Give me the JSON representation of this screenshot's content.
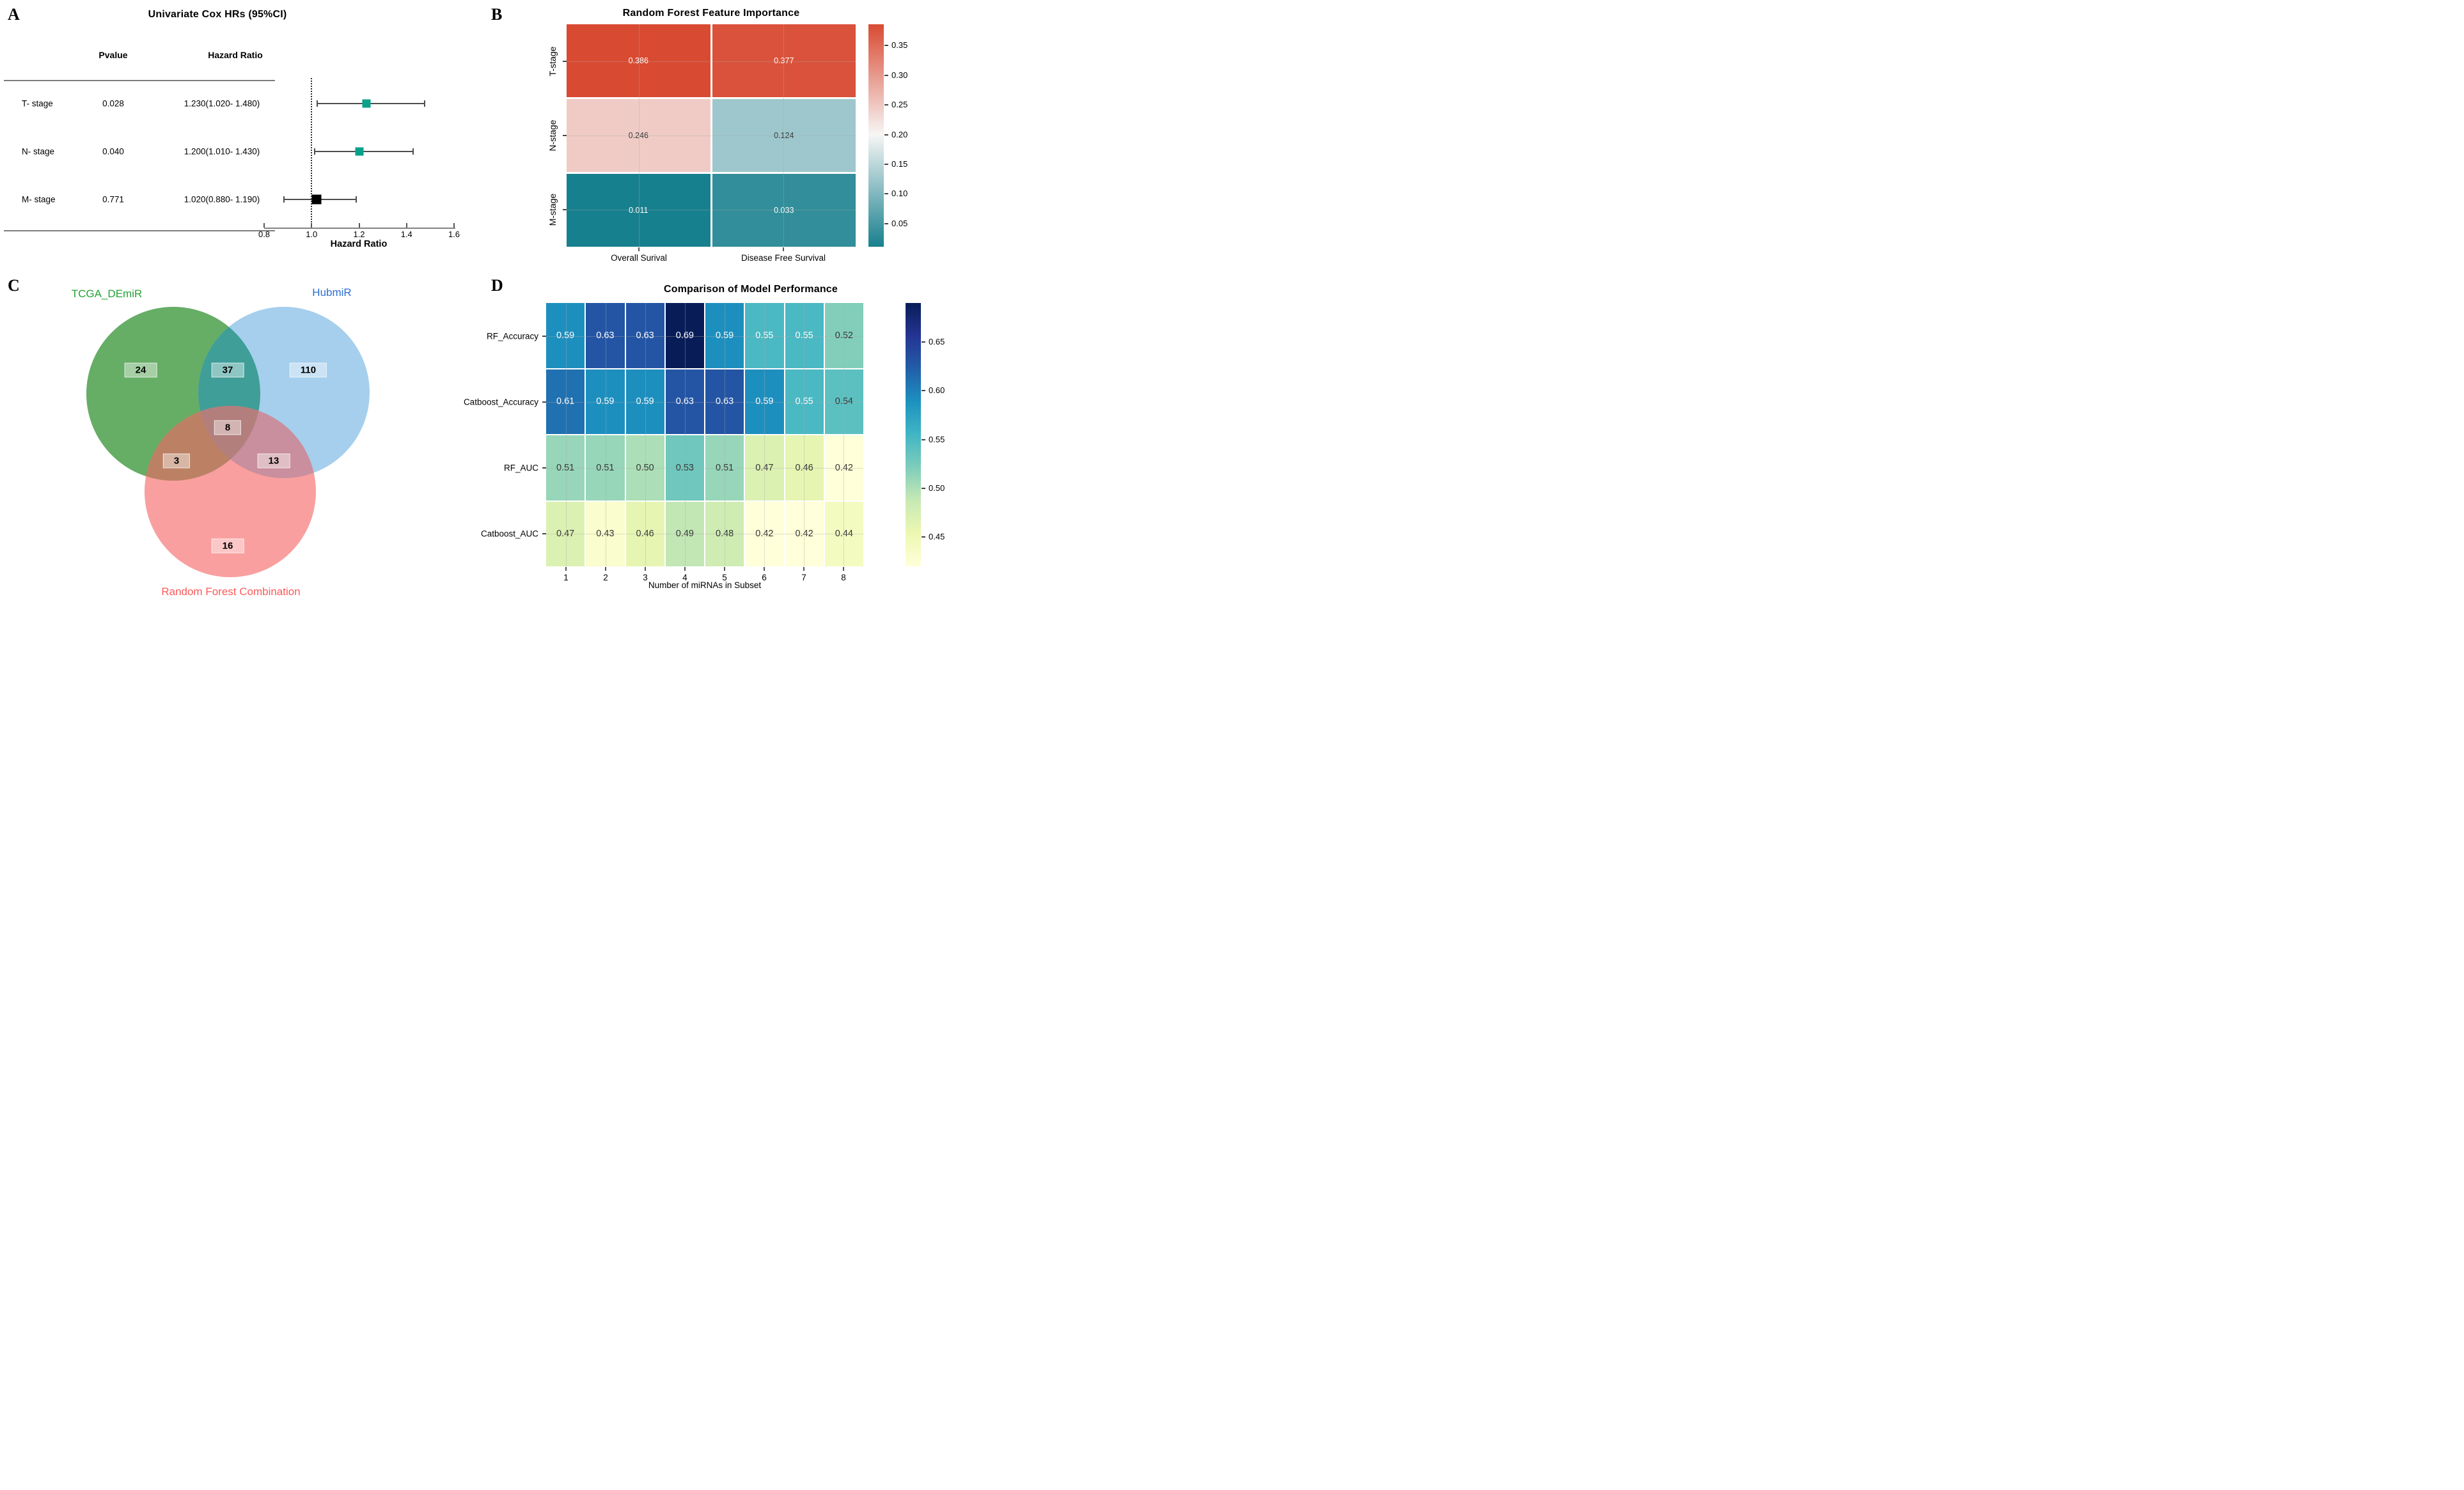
{
  "page": {
    "background": "#ffffff"
  },
  "panels": {
    "a": {
      "letter": "A"
    },
    "b": {
      "letter": "B"
    },
    "c": {
      "letter": "C"
    },
    "d": {
      "letter": "D"
    }
  },
  "chart_data": [
    {
      "id": "cox_forest",
      "panel": "A",
      "type": "scatter",
      "title": "Univariate Cox HRs (95%CI)",
      "columns": [
        "Pvalue",
        "Hazard Ratio"
      ],
      "rows": [
        {
          "label": "T- stage",
          "pvalue": "0.028",
          "hr_text": "1.230(1.020- 1.480)",
          "hr": 1.23,
          "ci_low": 1.02,
          "ci_high": 1.48,
          "marker_color": "#0aa18a",
          "marker_size": 13
        },
        {
          "label": "N- stage",
          "pvalue": "0.040",
          "hr_text": "1.200(1.010- 1.430)",
          "hr": 1.2,
          "ci_low": 1.01,
          "ci_high": 1.43,
          "marker_color": "#0aa18a",
          "marker_size": 13
        },
        {
          "label": "M- stage",
          "pvalue": "0.771",
          "hr_text": "1.020(0.880- 1.190)",
          "hr": 1.02,
          "ci_low": 0.88,
          "ci_high": 1.19,
          "marker_color": "#000000",
          "marker_size": 15
        }
      ],
      "xlabel": "Hazard Ratio",
      "xlim": [
        0.8,
        1.6
      ],
      "xticks": [
        "0.8",
        "1.0",
        "1.2",
        "1.4",
        "1.6"
      ],
      "ref_line": 1.0
    },
    {
      "id": "rf_feature_importance",
      "panel": "B",
      "type": "heatmap",
      "title": "Random Forest Feature Importance",
      "rows": [
        "T-stage",
        "N-stage",
        "M-stage"
      ],
      "columns": [
        "Overall Surival",
        "Disease Free Survival"
      ],
      "values": [
        [
          0.386,
          0.377
        ],
        [
          0.246,
          0.124
        ],
        [
          0.011,
          0.033
        ]
      ],
      "value_decimals": 3,
      "vmin": 0.011,
      "vmax": 0.386,
      "center": 0.2,
      "colorbar_ticks": [
        "0.35",
        "0.30",
        "0.25",
        "0.20",
        "0.15",
        "0.10",
        "0.05"
      ],
      "colors": {
        "high": "#d94a32",
        "mid": "#f7f6f5",
        "low": "#17808e"
      }
    },
    {
      "id": "mirna_venn",
      "panel": "C",
      "type": "venn",
      "sets": [
        {
          "name": "TCGA_DEmiR",
          "label_color": "#22a333",
          "fill": "#66ad66"
        },
        {
          "name": "HubmiR",
          "label_color": "#2d6fd1",
          "fill": "#a5cfec"
        },
        {
          "name": "Random Forest Combination",
          "label_color": "#fb5a5a",
          "fill": "#f99f9f"
        }
      ],
      "overlap_fills": {
        "green_blue": "#3f9e98",
        "green_red": "#bc8164",
        "blue_red": "#c98f9e",
        "center": "#b27f7d"
      },
      "regions": [
        {
          "region": "TCGA_DEmiR only",
          "count": "24"
        },
        {
          "region": "TCGA_DEmiR ∩ HubmiR",
          "count": "37"
        },
        {
          "region": "HubmiR only",
          "count": "110"
        },
        {
          "region": "TCGA_DEmiR ∩ HubmiR ∩ Random Forest Combination",
          "count": "8"
        },
        {
          "region": "TCGA_DEmiR ∩ Random Forest Combination",
          "count": "3"
        },
        {
          "region": "HubmiR ∩ Random Forest Combination",
          "count": "13"
        },
        {
          "region": "Random Forest Combination only",
          "count": "16"
        }
      ]
    },
    {
      "id": "model_performance",
      "panel": "D",
      "type": "heatmap",
      "title": "Comparison of Model Performance",
      "rows": [
        "RF_Accuracy",
        "Catboost_Accuracy",
        "RF_AUC",
        "Catboost_AUC"
      ],
      "columns": [
        "1",
        "2",
        "3",
        "4",
        "5",
        "6",
        "7",
        "8"
      ],
      "xlabel": "Number of miRNAs in Subset",
      "values": [
        [
          0.59,
          0.63,
          0.63,
          0.69,
          0.59,
          0.55,
          0.55,
          0.52
        ],
        [
          0.61,
          0.59,
          0.59,
          0.63,
          0.63,
          0.59,
          0.55,
          0.54
        ],
        [
          0.51,
          0.51,
          0.5,
          0.53,
          0.51,
          0.47,
          0.46,
          0.42
        ],
        [
          0.47,
          0.43,
          0.46,
          0.49,
          0.48,
          0.42,
          0.42,
          0.44
        ]
      ],
      "value_decimals": 2,
      "vmin": 0.42,
      "vmax": 0.69,
      "colorbar_ticks": [
        "0.65",
        "0.60",
        "0.55",
        "0.50",
        "0.45"
      ],
      "colormap_anchors": [
        "#ffffd9",
        "#edf8b1",
        "#c7e9b4",
        "#7fcdbb",
        "#41b6c4",
        "#1d91c0",
        "#225ea8",
        "#253494",
        "#081d58"
      ]
    }
  ]
}
